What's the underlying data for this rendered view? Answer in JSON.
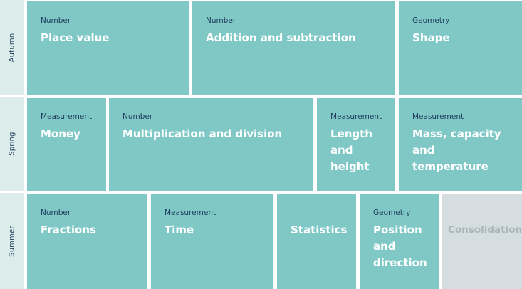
{
  "terms": [
    {
      "name": "Autumn"
    },
    {
      "name": "Spring"
    },
    {
      "name": "Summer"
    }
  ],
  "blocks": {
    "autumn": [
      {
        "category": "Number",
        "title": "Place value"
      },
      {
        "category": "Number",
        "title": "Addition and subtraction"
      },
      {
        "category": "Geometry",
        "title": "Shape"
      }
    ],
    "spring": [
      {
        "category": "Measurement",
        "title": "Money"
      },
      {
        "category": "Number",
        "title": "Multiplication and division"
      },
      {
        "category": "Measurement",
        "title": "Length and height"
      },
      {
        "category": "Measurement",
        "title": "Mass, capacity and temperature"
      }
    ],
    "summer": [
      {
        "category": "Number",
        "title": "Fractions"
      },
      {
        "category": "Measurement",
        "title": "Time"
      },
      {
        "category": "",
        "title": "Statistics"
      },
      {
        "category": "Geometry",
        "title": "Position and direction"
      },
      {
        "category": "",
        "title": "Consolidation"
      }
    ]
  },
  "colors": {
    "block": "#7fc8c6",
    "term_label_bg": "#dbeceb",
    "category_text": "#1f3b5a",
    "title_text": "#ffffff",
    "consolidation_bg": "#d5dde0",
    "consolidation_text": "#aab5bb"
  }
}
